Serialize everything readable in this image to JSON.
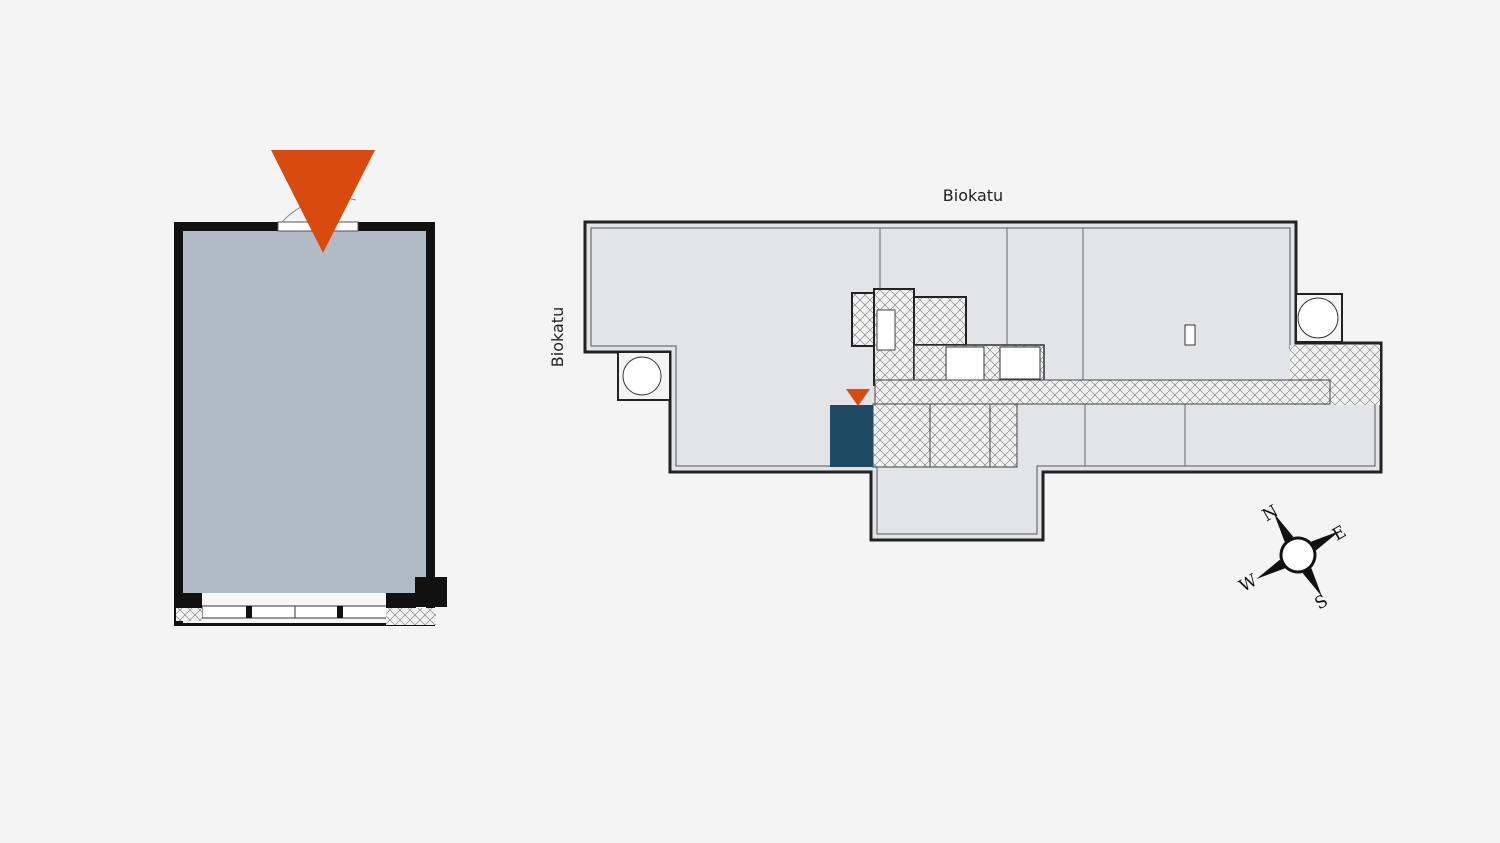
{
  "labels": {
    "street_north": "Biokatu",
    "street_west": "Biokatu"
  },
  "compass": {
    "n": "N",
    "e": "E",
    "s": "S",
    "w": "W"
  },
  "colors": {
    "marker": "#d94a0f",
    "selected_unit": "#1f4a63",
    "room_fill": "#b1bbc5",
    "floor_fill": "#e3e4e7"
  }
}
